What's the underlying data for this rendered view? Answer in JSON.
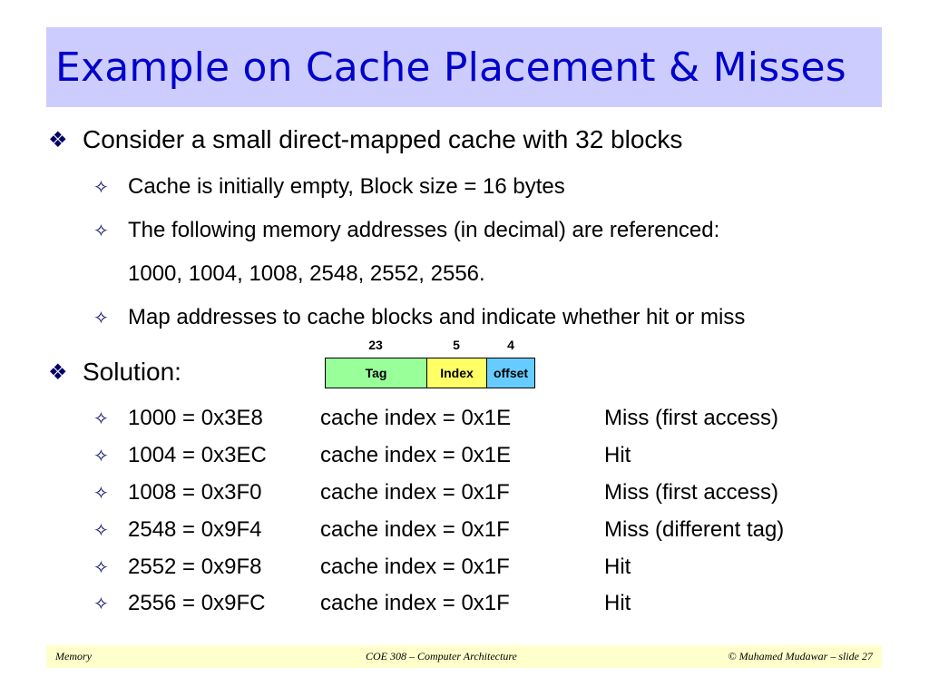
{
  "title": "Example on Cache Placement & Misses",
  "bullets": {
    "main_glyph": "❖",
    "sub_glyph": "✧"
  },
  "intro": {
    "main": "Consider a small direct-mapped cache with 32 blocks",
    "sub1": "Cache is initially empty, Block size = 16 bytes",
    "sub2": "The following memory addresses (in decimal) are referenced:",
    "sub2_cont": "1000, 1004, 1008, 2548, 2552, 2556.",
    "sub3": "Map addresses to cache blocks and indicate whether hit or miss"
  },
  "solution": {
    "label": "Solution:",
    "rows": [
      {
        "address": "1000 = 0x3E8",
        "index": "cache index = 0x1E",
        "result": "Miss (first access)"
      },
      {
        "address": "1004 = 0x3EC",
        "index": "cache index = 0x1E",
        "result": "Hit"
      },
      {
        "address": "1008 = 0x3F0",
        "index": "cache index = 0x1F",
        "result": "Miss (first access)"
      },
      {
        "address": "2548 = 0x9F4",
        "index": "cache index = 0x1F",
        "result": "Miss (different tag)"
      },
      {
        "address": "2552 = 0x9F8",
        "index": "cache index = 0x1F",
        "result": "Hit"
      },
      {
        "address": "2556 = 0x9FC",
        "index": "cache index = 0x1F",
        "result": "Hit"
      }
    ]
  },
  "address_fields": [
    {
      "label": "Tag",
      "bits": "23",
      "color": "#99ff99"
    },
    {
      "label": "Index",
      "bits": "5",
      "color": "#ffff66"
    },
    {
      "label": "offset",
      "bits": "4",
      "color": "#66ccff"
    }
  ],
  "footer": {
    "left": "Memory",
    "center": "COE 308 – Computer Architecture",
    "right": "© Muhamed Mudawar – slide 27"
  }
}
